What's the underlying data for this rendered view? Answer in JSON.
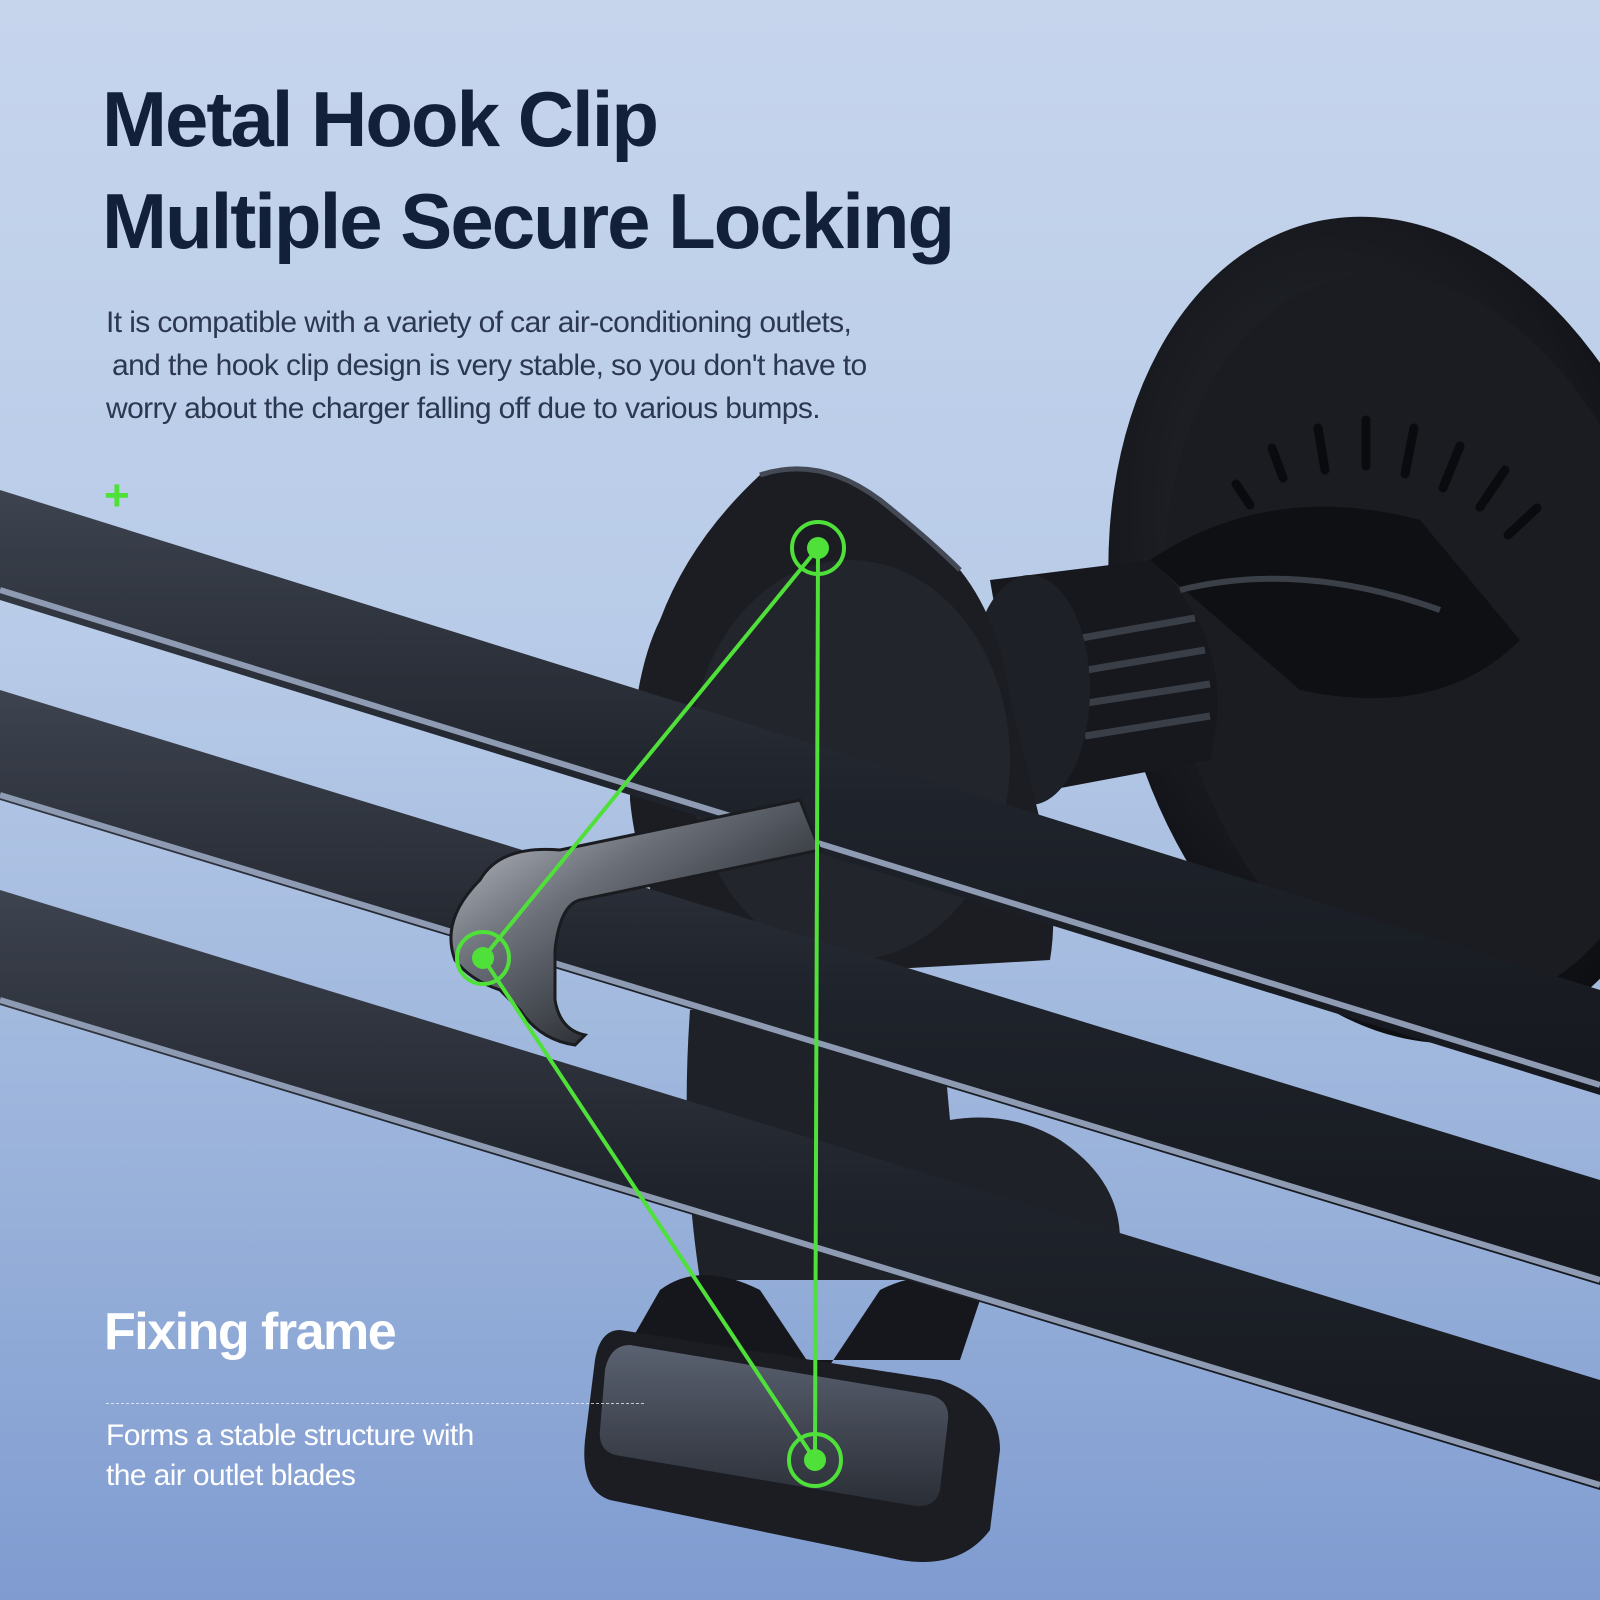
{
  "heading": {
    "line1": "Metal Hook Clip",
    "line2": "Multiple Secure Locking"
  },
  "description": {
    "line1": "It is compatible with a variety of car air-conditioning outlets,",
    "line2": "and the hook clip design is very stable, so you don't have to",
    "line3": "worry about the charger falling off due to various bumps."
  },
  "plus_marker": "+",
  "callout": {
    "title": "Fixing frame",
    "line1": "Forms a stable structure with",
    "line2": "the air outlet blades"
  },
  "colors": {
    "accent_green": "#4fe03a",
    "heading_text": "#13203a",
    "background_top": "#c6d5ec",
    "background_bottom": "#7f9bd0"
  }
}
